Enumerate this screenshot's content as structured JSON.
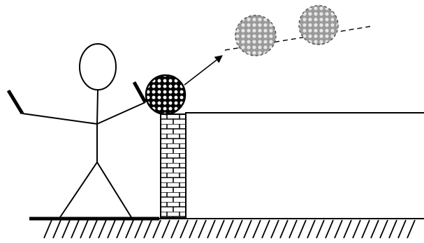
{
  "scene": {
    "figure": "stick-figure",
    "objects": [
      "brick-wall",
      "ball",
      "ball-ghost",
      "ball-ghost",
      "trajectory-arrow",
      "ground",
      "raised-platform"
    ]
  },
  "colors": {
    "ink": "#000000",
    "ghost_fill": "#d4d4d4",
    "ghost_stroke": "#8a8a8a",
    "background": "#ffffff"
  }
}
